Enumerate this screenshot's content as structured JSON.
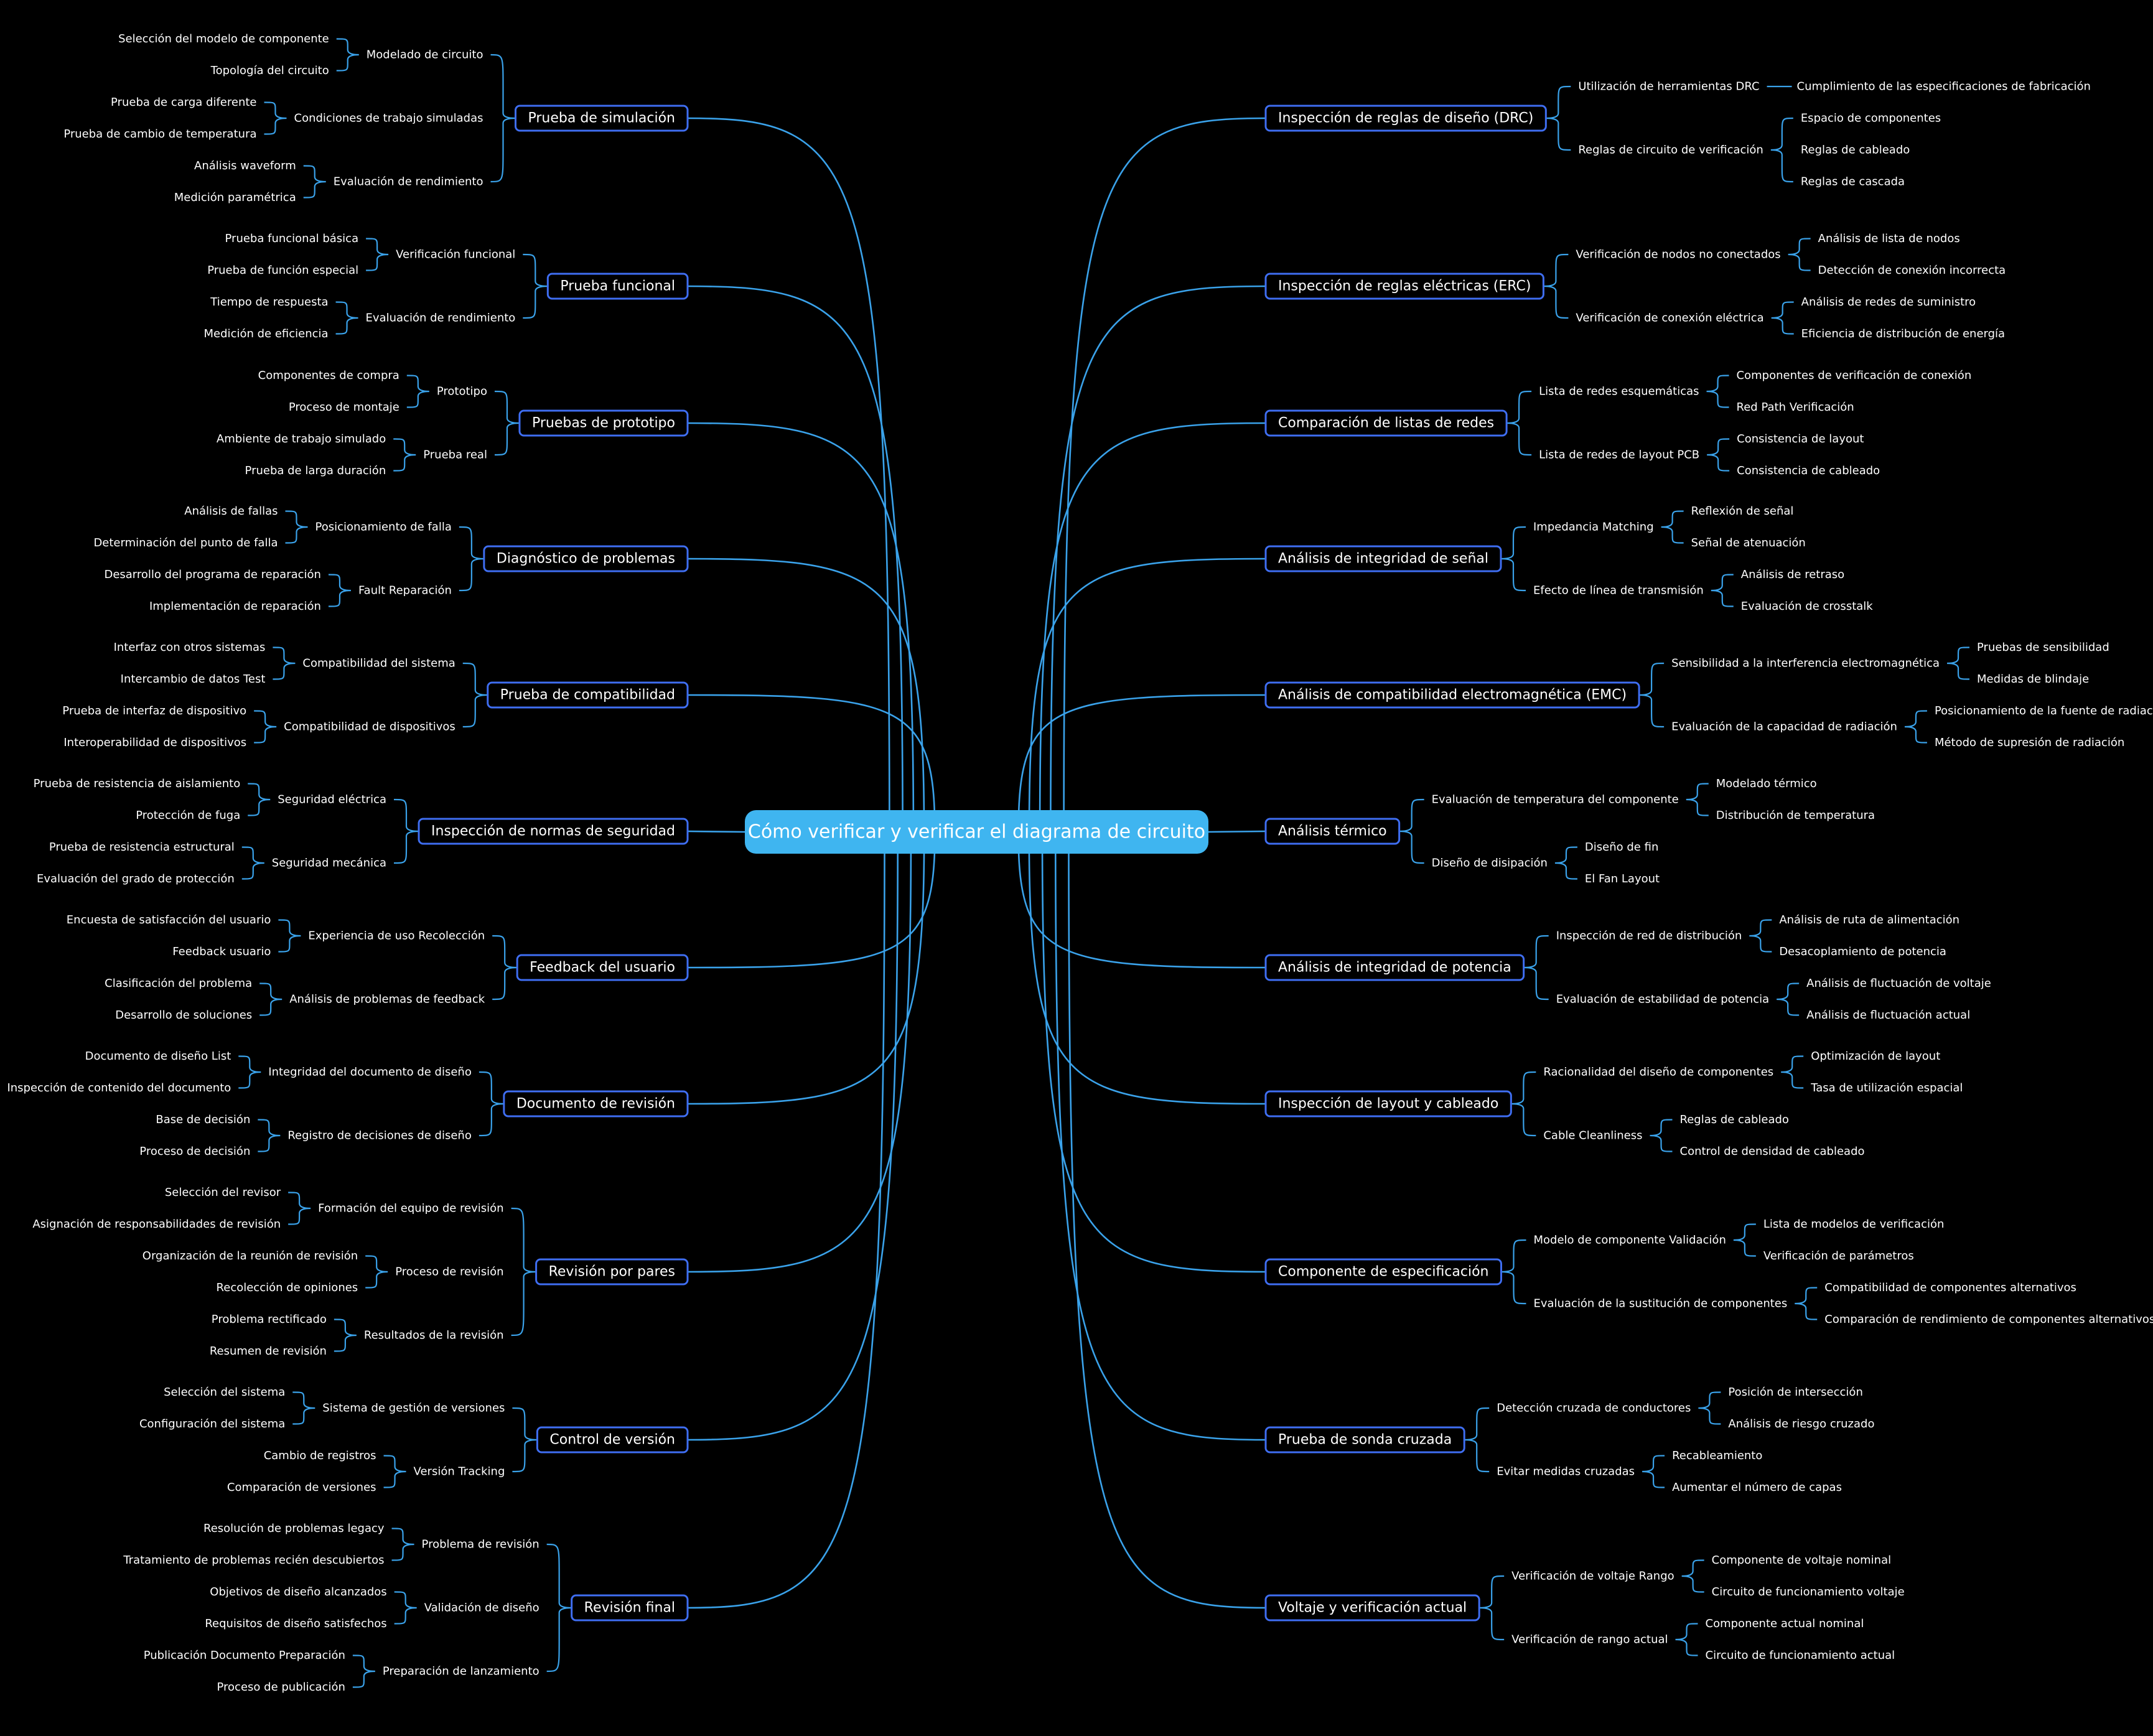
{
  "title": "Cómo verificar y verificar el diagrama de circuito",
  "colors": {
    "background": "#000000",
    "root": "#3fb5f0",
    "box_border": "#3f6ef2",
    "line": "#3aa2ea",
    "text": "#ffffff"
  },
  "left": [
    {
      "label": "Prueba de simulación",
      "children": [
        {
          "label": "Modelado de circuito",
          "children": [
            "Selección del modelo de componente",
            "Topología del circuito"
          ]
        },
        {
          "label": "Condiciones de trabajo simuladas",
          "children": [
            "Prueba de carga diferente",
            "Prueba de cambio de temperatura"
          ]
        },
        {
          "label": "Evaluación de rendimiento",
          "children": [
            "Análisis waveform",
            "Medición paramétrica"
          ]
        }
      ]
    },
    {
      "label": "Prueba funcional",
      "children": [
        {
          "label": "Verificación funcional",
          "children": [
            "Prueba funcional básica",
            "Prueba de función especial"
          ]
        },
        {
          "label": "Evaluación de rendimiento",
          "children": [
            "Tiempo de respuesta",
            "Medición de eficiencia"
          ]
        }
      ]
    },
    {
      "label": "Pruebas de prototipo",
      "children": [
        {
          "label": "Prototipo",
          "children": [
            "Componentes de compra",
            "Proceso de montaje"
          ]
        },
        {
          "label": "Prueba real",
          "children": [
            "Ambiente de trabajo simulado",
            "Prueba de larga duración"
          ]
        }
      ]
    },
    {
      "label": "Diagnóstico de problemas",
      "children": [
        {
          "label": "Posicionamiento de falla",
          "children": [
            "Análisis de fallas",
            "Determinación del punto de falla"
          ]
        },
        {
          "label": "Fault Reparación",
          "children": [
            "Desarrollo del programa de reparación",
            "Implementación de reparación"
          ]
        }
      ]
    },
    {
      "label": "Prueba de compatibilidad",
      "children": [
        {
          "label": "Compatibilidad del sistema",
          "children": [
            "Interfaz con otros sistemas",
            "Intercambio de datos Test"
          ]
        },
        {
          "label": "Compatibilidad de dispositivos",
          "children": [
            "Prueba de interfaz de dispositivo",
            "Interoperabilidad de dispositivos"
          ]
        }
      ]
    },
    {
      "label": "Inspección de normas de seguridad",
      "children": [
        {
          "label": "Seguridad eléctrica",
          "children": [
            "Prueba de resistencia de aislamiento",
            "Protección de fuga"
          ]
        },
        {
          "label": "Seguridad mecánica",
          "children": [
            "Prueba de resistencia estructural",
            "Evaluación del grado de protección"
          ]
        }
      ]
    },
    {
      "label": "Feedback del usuario",
      "children": [
        {
          "label": "Experiencia de uso Recolección",
          "children": [
            "Encuesta de satisfacción del usuario",
            "Feedback usuario"
          ]
        },
        {
          "label": "Análisis de problemas de feedback",
          "children": [
            "Clasificación del problema",
            "Desarrollo de soluciones"
          ]
        }
      ]
    },
    {
      "label": "Documento de revisión",
      "children": [
        {
          "label": "Integridad del documento de diseño",
          "children": [
            "Documento de diseño List",
            "Inspección de contenido del documento"
          ]
        },
        {
          "label": "Registro de decisiones de diseño",
          "children": [
            "Base de decisión",
            "Proceso de decisión"
          ]
        }
      ]
    },
    {
      "label": "Revisión por pares",
      "children": [
        {
          "label": "Formación del equipo de revisión",
          "children": [
            "Selección del revisor",
            "Asignación de responsabilidades de revisión"
          ]
        },
        {
          "label": "Proceso de revisión",
          "children": [
            "Organización de la reunión de revisión",
            "Recolección de opiniones"
          ]
        },
        {
          "label": "Resultados de la revisión",
          "children": [
            "Problema rectificado",
            "Resumen de revisión"
          ]
        }
      ]
    },
    {
      "label": "Control de versión",
      "children": [
        {
          "label": "Sistema de gestión de versiones",
          "children": [
            "Selección del sistema",
            "Configuración del sistema"
          ]
        },
        {
          "label": "Versión Tracking",
          "children": [
            "Cambio de registros",
            "Comparación de versiones"
          ]
        }
      ]
    },
    {
      "label": "Revisión final",
      "children": [
        {
          "label": "Problema de revisión",
          "children": [
            "Resolución de problemas legacy",
            "Tratamiento de problemas recién descubiertos"
          ]
        },
        {
          "label": "Validación de diseño",
          "children": [
            "Objetivos de diseño alcanzados",
            "Requisitos de diseño satisfechos"
          ]
        },
        {
          "label": "Preparación de lanzamiento",
          "children": [
            "Publicación Documento Preparación",
            "Proceso de publicación"
          ]
        }
      ]
    }
  ],
  "right": [
    {
      "label": "Inspección de reglas de diseño (DRC)",
      "children": [
        {
          "label": "Utilización de herramientas DRC",
          "children": [
            "Cumplimiento de las especificaciones de fabricación"
          ]
        },
        {
          "label": "Reglas de circuito de verificación",
          "children": [
            "Espacio de componentes",
            "Reglas de cableado",
            "Reglas de cascada"
          ]
        }
      ]
    },
    {
      "label": "Inspección de reglas eléctricas (ERC)",
      "children": [
        {
          "label": "Verificación de nodos no conectados",
          "children": [
            "Análisis de lista de nodos",
            "Detección de conexión incorrecta"
          ]
        },
        {
          "label": "Verificación de conexión eléctrica",
          "children": [
            "Análisis de redes de suministro",
            "Eficiencia de distribución de energía"
          ]
        }
      ]
    },
    {
      "label": "Comparación de listas de redes",
      "children": [
        {
          "label": "Lista de redes esquemáticas",
          "children": [
            "Componentes de verificación de conexión",
            "Red Path Verificación"
          ]
        },
        {
          "label": "Lista de redes de layout PCB",
          "children": [
            "Consistencia de layout",
            "Consistencia de cableado"
          ]
        }
      ]
    },
    {
      "label": "Análisis de integridad de señal",
      "children": [
        {
          "label": "Impedancia Matching",
          "children": [
            "Reflexión de señal",
            "Señal de atenuación"
          ]
        },
        {
          "label": "Efecto de línea de transmisión",
          "children": [
            "Análisis de retraso",
            "Evaluación de crosstalk"
          ]
        }
      ]
    },
    {
      "label": "Análisis de compatibilidad electromagnética (EMC)",
      "children": [
        {
          "label": "Sensibilidad a la interferencia electromagnética",
          "children": [
            "Pruebas de sensibilidad",
            "Medidas de blindaje"
          ]
        },
        {
          "label": "Evaluación de la capacidad de radiación",
          "children": [
            "Posicionamiento de la fuente de radiación",
            "Método de supresión de radiación"
          ]
        }
      ]
    },
    {
      "label": "Análisis térmico",
      "children": [
        {
          "label": "Evaluación de temperatura del componente",
          "children": [
            "Modelado térmico",
            "Distribución de temperatura"
          ]
        },
        {
          "label": "Diseño de disipación",
          "children": [
            "Diseño de fin",
            "El Fan Layout"
          ]
        }
      ]
    },
    {
      "label": "Análisis de integridad de potencia",
      "children": [
        {
          "label": "Inspección de red de distribución",
          "children": [
            "Análisis de ruta de alimentación",
            "Desacoplamiento de potencia"
          ]
        },
        {
          "label": "Evaluación de estabilidad de potencia",
          "children": [
            "Análisis de fluctuación de voltaje",
            "Análisis de fluctuación actual"
          ]
        }
      ]
    },
    {
      "label": "Inspección de layout y cableado",
      "children": [
        {
          "label": "Racionalidad del diseño de componentes",
          "children": [
            "Optimización de layout",
            "Tasa de utilización espacial"
          ]
        },
        {
          "label": "Cable Cleanliness",
          "children": [
            "Reglas de cableado",
            "Control de densidad de cableado"
          ]
        }
      ]
    },
    {
      "label": "Componente de especificación",
      "children": [
        {
          "label": "Modelo de componente Validación",
          "children": [
            "Lista de modelos de verificación",
            "Verificación de parámetros"
          ]
        },
        {
          "label": "Evaluación de la sustitución de componentes",
          "children": [
            "Compatibilidad de componentes alternativos",
            "Comparación de rendimiento de componentes alternativos"
          ]
        }
      ]
    },
    {
      "label": "Prueba de sonda cruzada",
      "children": [
        {
          "label": "Detección cruzada de conductores",
          "children": [
            "Posición de intersección",
            "Análisis de riesgo cruzado"
          ]
        },
        {
          "label": "Evitar medidas cruzadas",
          "children": [
            "Recableamiento",
            "Aumentar el número de capas"
          ]
        }
      ]
    },
    {
      "label": "Voltaje y verificación actual",
      "children": [
        {
          "label": "Verificación de voltaje Rango",
          "children": [
            "Componente de voltaje nominal",
            "Circuito de funcionamiento voltaje"
          ]
        },
        {
          "label": "Verificación de rango actual",
          "children": [
            "Componente actual nominal",
            "Circuito de funcionamiento actual"
          ]
        }
      ]
    }
  ]
}
